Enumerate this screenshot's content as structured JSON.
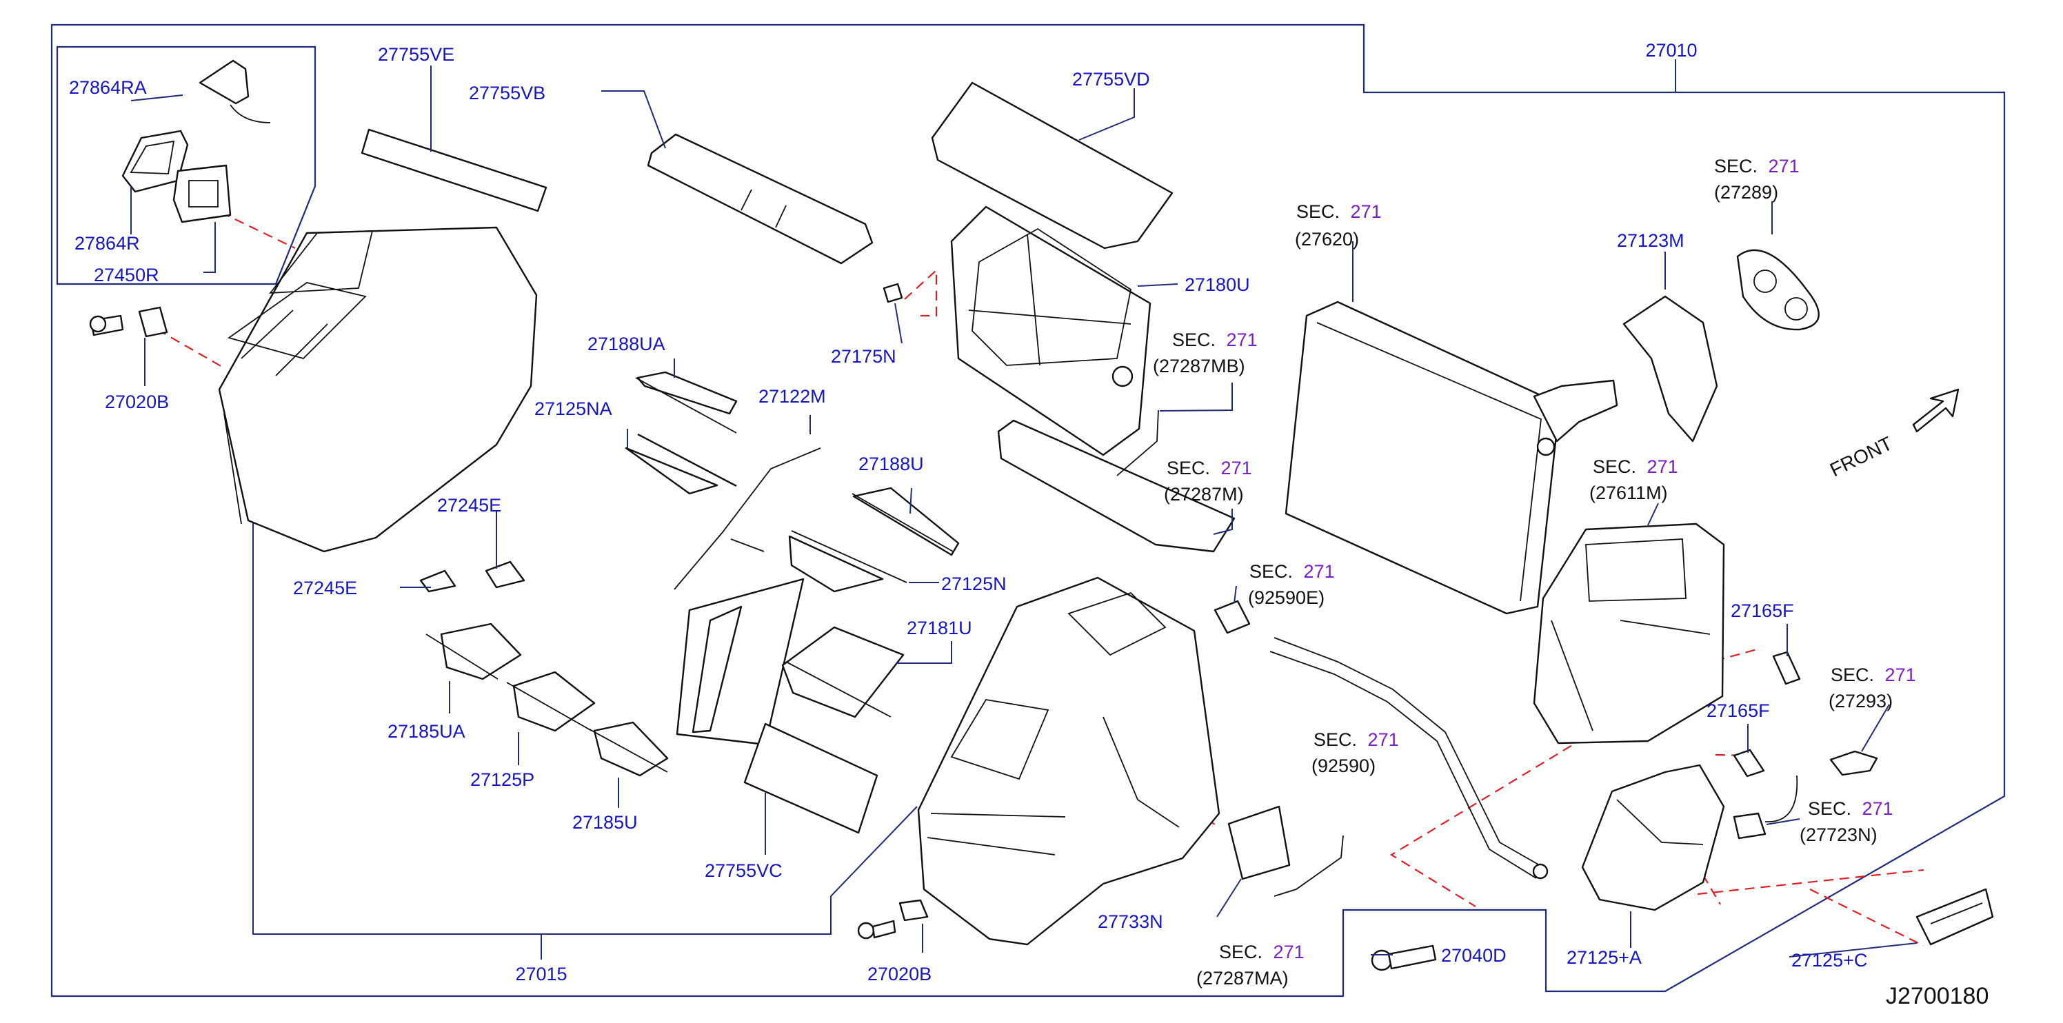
{
  "diagram_code": "J2700180",
  "front_label": "FRONT",
  "sec_prefix": "SEC.",
  "sec_number": "271",
  "labels": {
    "p27010": "27010",
    "p27015": "27015",
    "p27864RA": "27864RA",
    "p27864R": "27864R",
    "p27450R": "27450R",
    "p27755VE": "27755VE",
    "p27755VB": "27755VB",
    "p27755VD": "27755VD",
    "p27755VC": "27755VC",
    "p27020B_left": "27020B",
    "p27020B_bottom": "27020B",
    "p27175N": "27175N",
    "p27180U": "27180U",
    "p27188UA": "27188UA",
    "p27125NA": "27125NA",
    "p27122M": "27122M",
    "p27188U": "27188U",
    "p27125N": "27125N",
    "p27245E_a": "27245E",
    "p27245E_b": "27245E",
    "p27181U": "27181U",
    "p27185UA": "27185UA",
    "p27125P": "27125P",
    "p27185U": "27185U",
    "p27733N": "27733N",
    "p27040D": "27040D",
    "p27123M": "27123M",
    "p27165F_a": "27165F",
    "p27165F_b": "27165F",
    "p27125A": "27125+A",
    "p27125C": "27125+C"
  },
  "sec_refs": {
    "r27620": "(27620)",
    "r27289": "(27289)",
    "r27287MB": "(27287MB)",
    "r27287M": "(27287M)",
    "r92590E": "(92590E)",
    "r92590": "(92590)",
    "r27611M": "(27611M)",
    "r27293": "(27293)",
    "r27723N": "(27723N)",
    "r27287MA": "(27287MA)"
  },
  "colors": {
    "part_number_text": "#1414c8",
    "section_number_text": "#7a1fc8",
    "leader_lines": "#1f2b7a",
    "phantom_lines": "#e01e24",
    "part_outline": "#111111"
  }
}
